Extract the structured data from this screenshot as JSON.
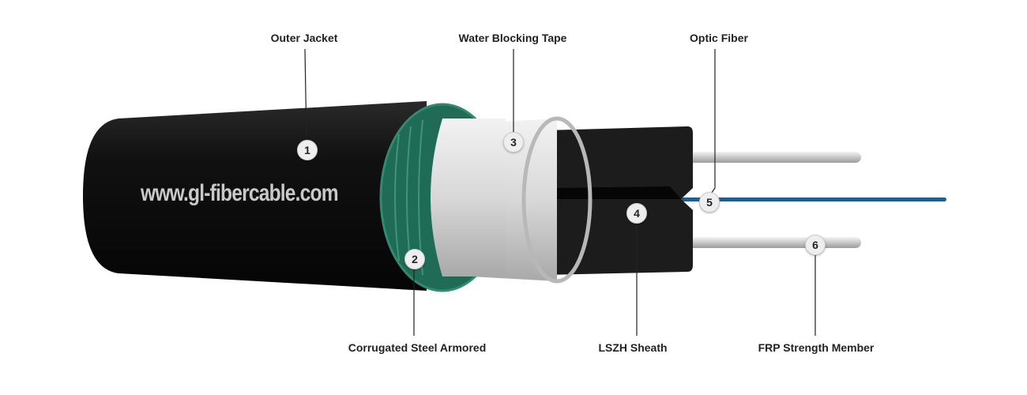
{
  "watermark": "www.gl-fibercable.com",
  "colors": {
    "jacket": "#151515",
    "armor": "#1f6b55",
    "tape": "#d9d9d9",
    "sheath": "#1c1c1c",
    "frp": "#d0d0d0",
    "fiber": "#1e5f8f"
  },
  "components": [
    {
      "number": "1",
      "label": "Outer Jacket"
    },
    {
      "number": "2",
      "label": "Corrugated Steel Armored"
    },
    {
      "number": "3",
      "label": "Water Blocking Tape"
    },
    {
      "number": "4",
      "label": "LSZH Sheath"
    },
    {
      "number": "5",
      "label": "Optic Fiber"
    },
    {
      "number": "6",
      "label": "FRP Strength Member"
    }
  ]
}
